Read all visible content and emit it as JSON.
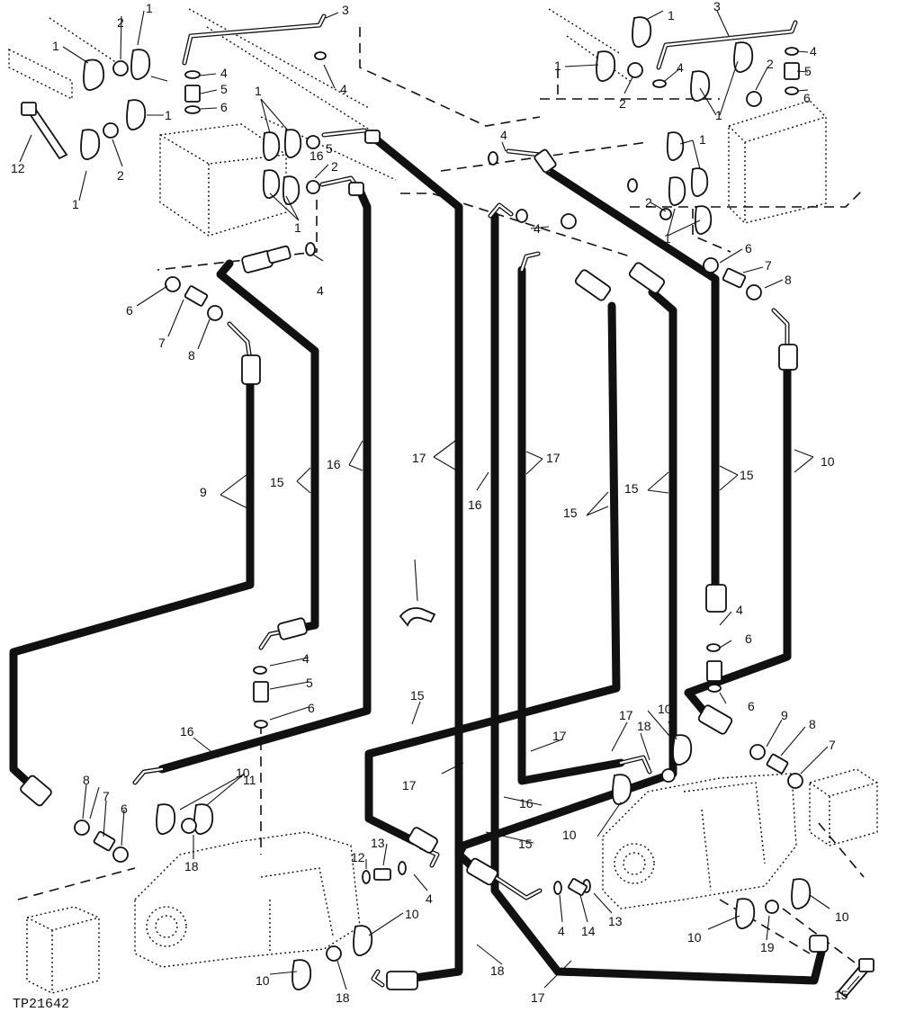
{
  "figure": {
    "reference_code": "TP21642",
    "callouts": [
      {
        "id": "c1a",
        "text": "1"
      },
      {
        "id": "c1b",
        "text": "1"
      },
      {
        "id": "c1c",
        "text": "1"
      },
      {
        "id": "c1d",
        "text": "1"
      },
      {
        "id": "c1e",
        "text": "1"
      },
      {
        "id": "c1f",
        "text": "1"
      },
      {
        "id": "c1g",
        "text": "1"
      },
      {
        "id": "c1h",
        "text": "1"
      },
      {
        "id": "c1i",
        "text": "1"
      },
      {
        "id": "c1j",
        "text": "1"
      },
      {
        "id": "c1k",
        "text": "1"
      },
      {
        "id": "c2a",
        "text": "2"
      },
      {
        "id": "c2b",
        "text": "2"
      },
      {
        "id": "c2c",
        "text": "2"
      },
      {
        "id": "c2d",
        "text": "2"
      },
      {
        "id": "c2e",
        "text": "2"
      },
      {
        "id": "c2f",
        "text": "2"
      },
      {
        "id": "c3a",
        "text": "3"
      },
      {
        "id": "c3b",
        "text": "3"
      },
      {
        "id": "c4a",
        "text": "4"
      },
      {
        "id": "c4b",
        "text": "4"
      },
      {
        "id": "c4c",
        "text": "4"
      },
      {
        "id": "c4d",
        "text": "4"
      },
      {
        "id": "c4e",
        "text": "4"
      },
      {
        "id": "c4f",
        "text": "4"
      },
      {
        "id": "c4g",
        "text": "4"
      },
      {
        "id": "c4h",
        "text": "4"
      },
      {
        "id": "c4i",
        "text": "4"
      },
      {
        "id": "c4j",
        "text": "4"
      },
      {
        "id": "c4k",
        "text": "4"
      },
      {
        "id": "c5a",
        "text": "5"
      },
      {
        "id": "c5b",
        "text": "5"
      },
      {
        "id": "c5c",
        "text": "5"
      },
      {
        "id": "c5d",
        "text": "5"
      },
      {
        "id": "c6a",
        "text": "6"
      },
      {
        "id": "c6b",
        "text": "6"
      },
      {
        "id": "c6c",
        "text": "6"
      },
      {
        "id": "c6d",
        "text": "6"
      },
      {
        "id": "c6e",
        "text": "6"
      },
      {
        "id": "c6f",
        "text": "6"
      },
      {
        "id": "c6g",
        "text": "6"
      },
      {
        "id": "c6h",
        "text": "6"
      },
      {
        "id": "c7a",
        "text": "7"
      },
      {
        "id": "c7b",
        "text": "7"
      },
      {
        "id": "c7c",
        "text": "7"
      },
      {
        "id": "c7d",
        "text": "7"
      },
      {
        "id": "c8a",
        "text": "8"
      },
      {
        "id": "c8b",
        "text": "8"
      },
      {
        "id": "c8c",
        "text": "8"
      },
      {
        "id": "c8d",
        "text": "8"
      },
      {
        "id": "c9a",
        "text": "9"
      },
      {
        "id": "c9b",
        "text": "9"
      },
      {
        "id": "c10a",
        "text": "10"
      },
      {
        "id": "c10b",
        "text": "10"
      },
      {
        "id": "c10c",
        "text": "10"
      },
      {
        "id": "c10d",
        "text": "10"
      },
      {
        "id": "c10e",
        "text": "10"
      },
      {
        "id": "c10f",
        "text": "10"
      },
      {
        "id": "c10g",
        "text": "10"
      },
      {
        "id": "c10h",
        "text": "10"
      },
      {
        "id": "c11",
        "text": "11"
      },
      {
        "id": "c12a",
        "text": "12"
      },
      {
        "id": "c12b",
        "text": "12"
      },
      {
        "id": "c13a",
        "text": "13"
      },
      {
        "id": "c13b",
        "text": "13"
      },
      {
        "id": "c14",
        "text": "14"
      },
      {
        "id": "c15a",
        "text": "15"
      },
      {
        "id": "c15b",
        "text": "15"
      },
      {
        "id": "c15c",
        "text": "15"
      },
      {
        "id": "c15d",
        "text": "15"
      },
      {
        "id": "c15e",
        "text": "15"
      },
      {
        "id": "c15f",
        "text": "15"
      },
      {
        "id": "c15g",
        "text": "15"
      },
      {
        "id": "c16a",
        "text": "16"
      },
      {
        "id": "c16b",
        "text": "16"
      },
      {
        "id": "c16c",
        "text": "16"
      },
      {
        "id": "c16d",
        "text": "16"
      },
      {
        "id": "c16e",
        "text": "16"
      },
      {
        "id": "c17a",
        "text": "17"
      },
      {
        "id": "c17b",
        "text": "17"
      },
      {
        "id": "c17c",
        "text": "17"
      },
      {
        "id": "c17d",
        "text": "17"
      },
      {
        "id": "c17e",
        "text": "17"
      },
      {
        "id": "c17f",
        "text": "17"
      },
      {
        "id": "c18a",
        "text": "18"
      },
      {
        "id": "c18b",
        "text": "18"
      },
      {
        "id": "c18c",
        "text": "18"
      },
      {
        "id": "c18d",
        "text": "18"
      },
      {
        "id": "c19",
        "text": "19"
      }
    ]
  }
}
